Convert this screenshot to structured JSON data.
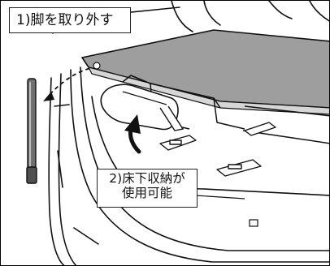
{
  "callouts": {
    "step1": "1)脚を取り外す",
    "step2_line1": "2)床下収納が",
    "step2_line2": "使用可能"
  }
}
